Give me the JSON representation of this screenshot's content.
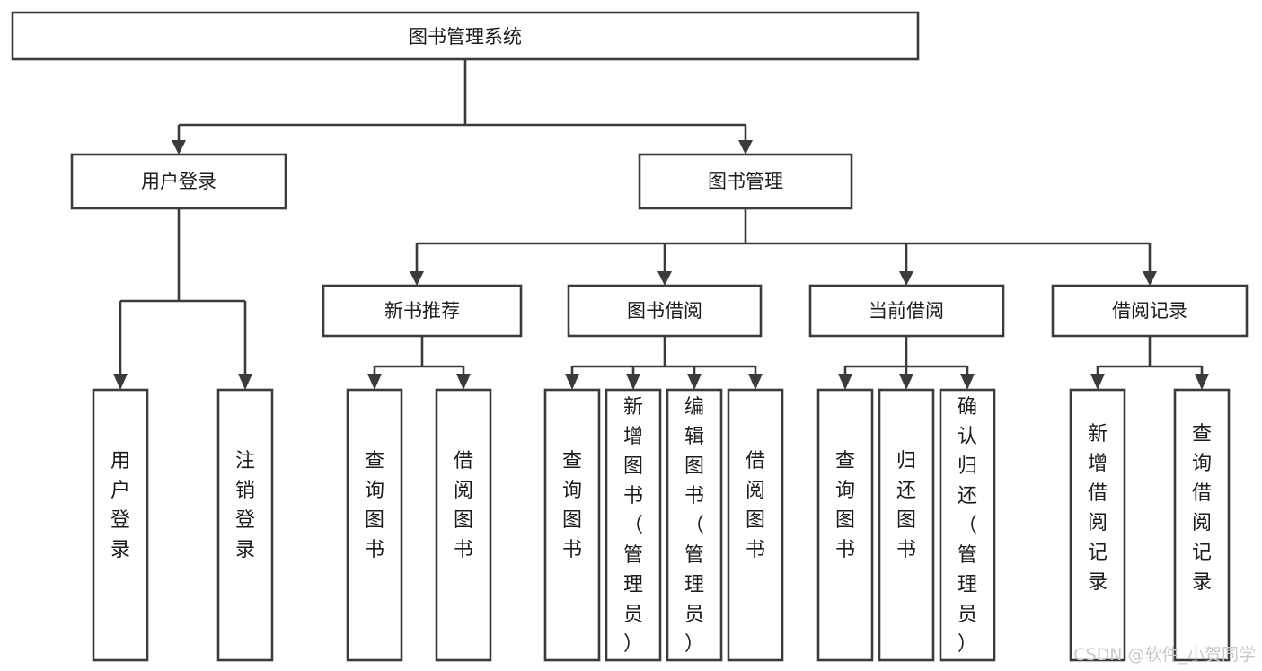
{
  "diagram": {
    "title": "图书管理系统",
    "type": "functional-structure-tree",
    "orientation": "top-down",
    "root": {
      "id": "root",
      "label": "图书管理系统",
      "label_orientation": "horizontal"
    },
    "level2": [
      {
        "id": "user-login",
        "label": "用户登录",
        "label_orientation": "horizontal"
      },
      {
        "id": "book-management",
        "label": "图书管理",
        "label_orientation": "horizontal"
      }
    ],
    "level3": [
      {
        "id": "new-book-recommend",
        "label": "新书推荐",
        "label_orientation": "horizontal",
        "parent": "book-management"
      },
      {
        "id": "book-borrow",
        "label": "图书借阅",
        "label_orientation": "horizontal",
        "parent": "book-management"
      },
      {
        "id": "current-borrow",
        "label": "当前借阅",
        "label_orientation": "horizontal",
        "parent": "book-management"
      },
      {
        "id": "borrow-record",
        "label": "借阅记录",
        "label_orientation": "horizontal",
        "parent": "book-management"
      }
    ],
    "leaves": [
      {
        "id": "leaf-user-login",
        "label": "用户登录",
        "label_orientation": "vertical",
        "parent": "user-login"
      },
      {
        "id": "leaf-user-logout",
        "label": "注销登录",
        "label_orientation": "vertical",
        "parent": "user-login"
      },
      {
        "id": "leaf-query-book-1",
        "label": "查询图书",
        "label_orientation": "vertical",
        "parent": "new-book-recommend"
      },
      {
        "id": "leaf-borrow-book-1",
        "label": "借阅图书",
        "label_orientation": "vertical",
        "parent": "new-book-recommend"
      },
      {
        "id": "leaf-query-book-2",
        "label": "查询图书",
        "label_orientation": "vertical",
        "parent": "book-borrow"
      },
      {
        "id": "leaf-add-book",
        "label": "新增图书（管理员）",
        "label_orientation": "vertical",
        "parent": "book-borrow"
      },
      {
        "id": "leaf-edit-book",
        "label": "编辑图书（管理员）",
        "label_orientation": "vertical",
        "parent": "book-borrow"
      },
      {
        "id": "leaf-borrow-book-2",
        "label": "借阅图书",
        "label_orientation": "vertical",
        "parent": "book-borrow"
      },
      {
        "id": "leaf-query-book-3",
        "label": "查询图书",
        "label_orientation": "vertical",
        "parent": "current-borrow"
      },
      {
        "id": "leaf-return-book",
        "label": "归还图书",
        "label_orientation": "vertical",
        "parent": "current-borrow"
      },
      {
        "id": "leaf-confirm-return",
        "label": "确认归还（管理员）",
        "label_orientation": "vertical",
        "parent": "current-borrow"
      },
      {
        "id": "leaf-add-record",
        "label": "新增借阅记录",
        "label_orientation": "vertical",
        "parent": "borrow-record"
      },
      {
        "id": "leaf-query-record",
        "label": "查询借阅记录",
        "label_orientation": "vertical",
        "parent": "borrow-record"
      }
    ]
  },
  "watermark": {
    "text": "CSDN @软件_小贺同学"
  },
  "colors": {
    "stroke": "#3b3b3b",
    "fill": "#ffffff",
    "text": "#1c1c1c",
    "watermark": "#c9c9c9",
    "background": "#ffffff"
  }
}
